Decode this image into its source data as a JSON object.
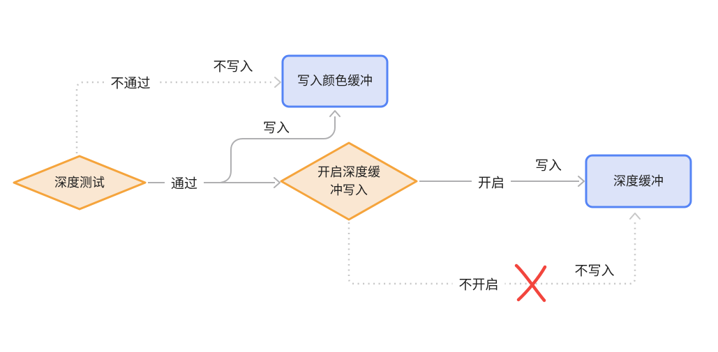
{
  "diagram": {
    "type": "flowchart",
    "topic": "depth-test-write-pipeline",
    "colors": {
      "background": "#ffffff",
      "diamond_fill": "#FAE7D2",
      "diamond_border": "#F5A43C",
      "rect_fill": "#DCE3F9",
      "rect_border": "#5584F5",
      "arrow": "#AFAFB1",
      "dotted": "#C7C7C7",
      "text": "#212121",
      "cross": "#F2453D"
    },
    "nodes": [
      {
        "id": "depth-test",
        "shape": "diamond",
        "label": "深度测试"
      },
      {
        "id": "enable-depth-write",
        "shape": "diamond",
        "label": "开启深度缓冲写入"
      },
      {
        "id": "write-color-buffer",
        "shape": "rect",
        "label": "写入颜色缓冲"
      },
      {
        "id": "depth-buffer",
        "shape": "rect",
        "label": "深度缓冲"
      }
    ],
    "edges": [
      {
        "id": "fail",
        "from": "depth-test",
        "to": "write-color-buffer",
        "style": "dotted",
        "condition_label": "不通过",
        "action_label": "不写入"
      },
      {
        "id": "pass",
        "from": "depth-test",
        "to": "enable-depth-write",
        "style": "solid",
        "condition_label": "通过"
      },
      {
        "id": "pass-write-color",
        "from": "depth-test",
        "to": "write-color-buffer",
        "style": "solid",
        "action_label": "写入"
      },
      {
        "id": "enabled",
        "from": "enable-depth-write",
        "to": "depth-buffer",
        "style": "solid",
        "condition_label": "开启",
        "action_label": "写入"
      },
      {
        "id": "not-enabled",
        "from": "enable-depth-write",
        "to": "depth-buffer",
        "style": "dotted",
        "condition_label": "不开启",
        "action_label": "不写入",
        "crossed_out": true
      }
    ]
  }
}
